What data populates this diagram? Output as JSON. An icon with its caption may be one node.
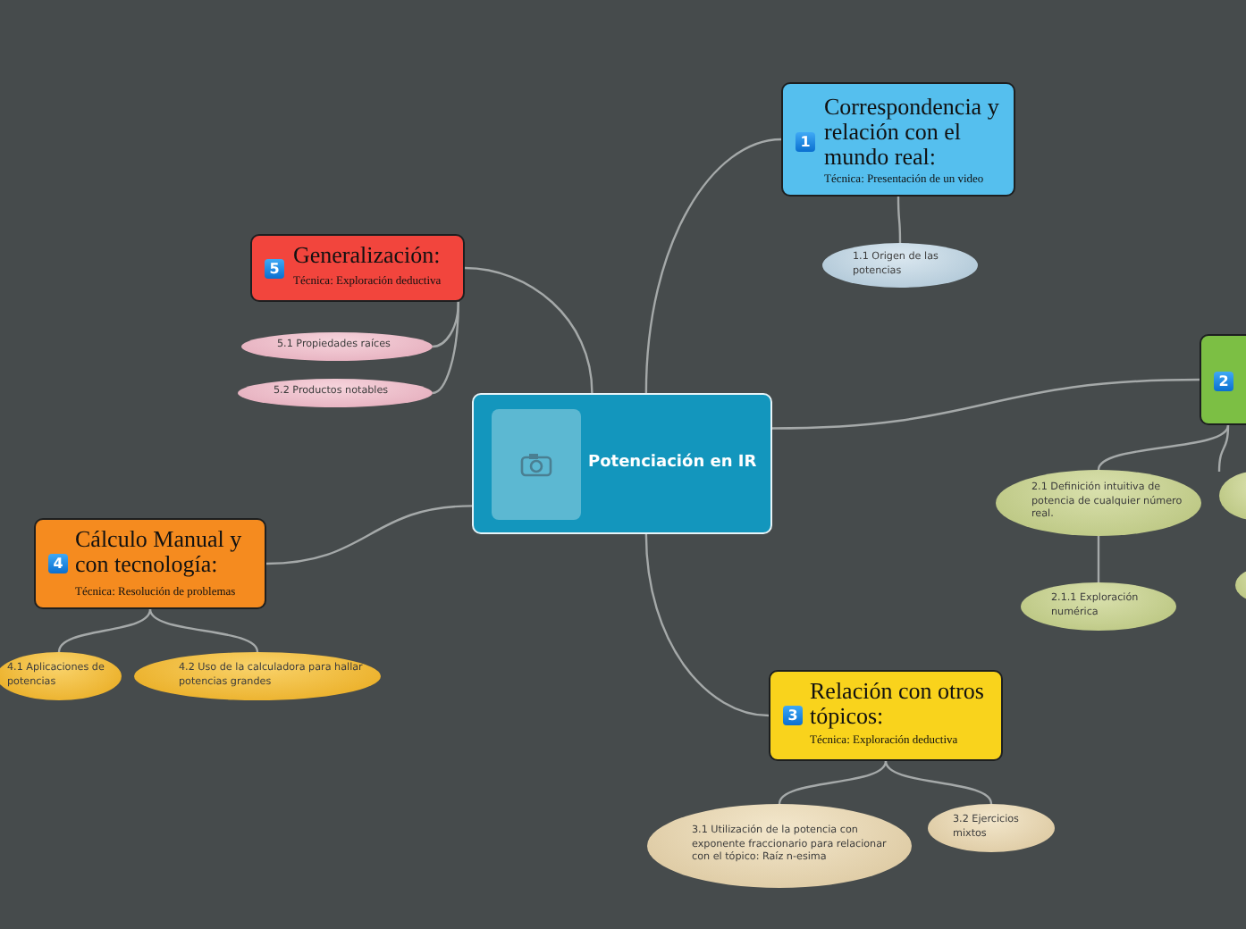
{
  "diagram": {
    "nodes": [
      {
        "text": [
          "Potenciación en IR"
        ]
      },
      {
        "text": [
          "1",
          "Correspondencia y relación con el mundo real:",
          "Técnica: Presentación de un video"
        ]
      },
      {
        "text": [
          "1.1 Origen de las potencias"
        ]
      },
      {
        "text": [
          "5",
          "Generalización:",
          "Técnica: Exploración deductiva"
        ]
      },
      {
        "text": [
          "5.1 Propiedades raíces"
        ]
      },
      {
        "text": [
          "5.2 Productos notables"
        ]
      },
      {
        "text": [
          "2"
        ]
      },
      {
        "text": [
          "2.1 Definición intuitiva de potencia de cualquier número real."
        ]
      },
      {
        "text": [],
        "shape": "ellipse"
      },
      {
        "text": [
          "2.1.1 Exploración numérica"
        ]
      },
      {
        "text": [],
        "shape": "ellipse"
      },
      {
        "text": [
          "4",
          "Cálculo Manual y con tecnología:",
          "Técnica: Resolución de problemas"
        ]
      },
      {
        "text": [
          "4.1 Aplicaciones de potencias"
        ]
      },
      {
        "text": [
          "4.2 Uso de la calculadora para hallar potencias grandes"
        ]
      },
      {
        "text": [
          "3",
          "Relación con otros tópicos:",
          "Técnica: Exploración deductiva"
        ]
      },
      {
        "text": [
          "3.1 Utilización de la potencia con exponente fraccionario para relacionar con el tópico: Raíz n-esima"
        ]
      },
      {
        "text": [
          "3.2 Ejercicios mixtos"
        ]
      }
    ],
    "edges": [
      {
        "from": 0,
        "to": 1,
        "arrow": "none"
      },
      {
        "from": 0,
        "to": 3,
        "arrow": "none"
      },
      {
        "from": 0,
        "to": 6,
        "arrow": "none"
      },
      {
        "from": 0,
        "to": 11,
        "arrow": "none"
      },
      {
        "from": 0,
        "to": 14,
        "arrow": "none"
      },
      {
        "from": 1,
        "to": 2,
        "arrow": "none"
      },
      {
        "from": 3,
        "to": 4,
        "arrow": "none"
      },
      {
        "from": 3,
        "to": 5,
        "arrow": "none"
      },
      {
        "from": 6,
        "to": 7,
        "arrow": "none"
      },
      {
        "from": 6,
        "to": 8,
        "arrow": "none"
      },
      {
        "from": 7,
        "to": 9,
        "arrow": "none"
      },
      {
        "from": 11,
        "to": 12,
        "arrow": "none"
      },
      {
        "from": 11,
        "to": 13,
        "arrow": "none"
      },
      {
        "from": 14,
        "to": 15,
        "arrow": "none"
      },
      {
        "from": 14,
        "to": 16,
        "arrow": "none"
      }
    ]
  }
}
